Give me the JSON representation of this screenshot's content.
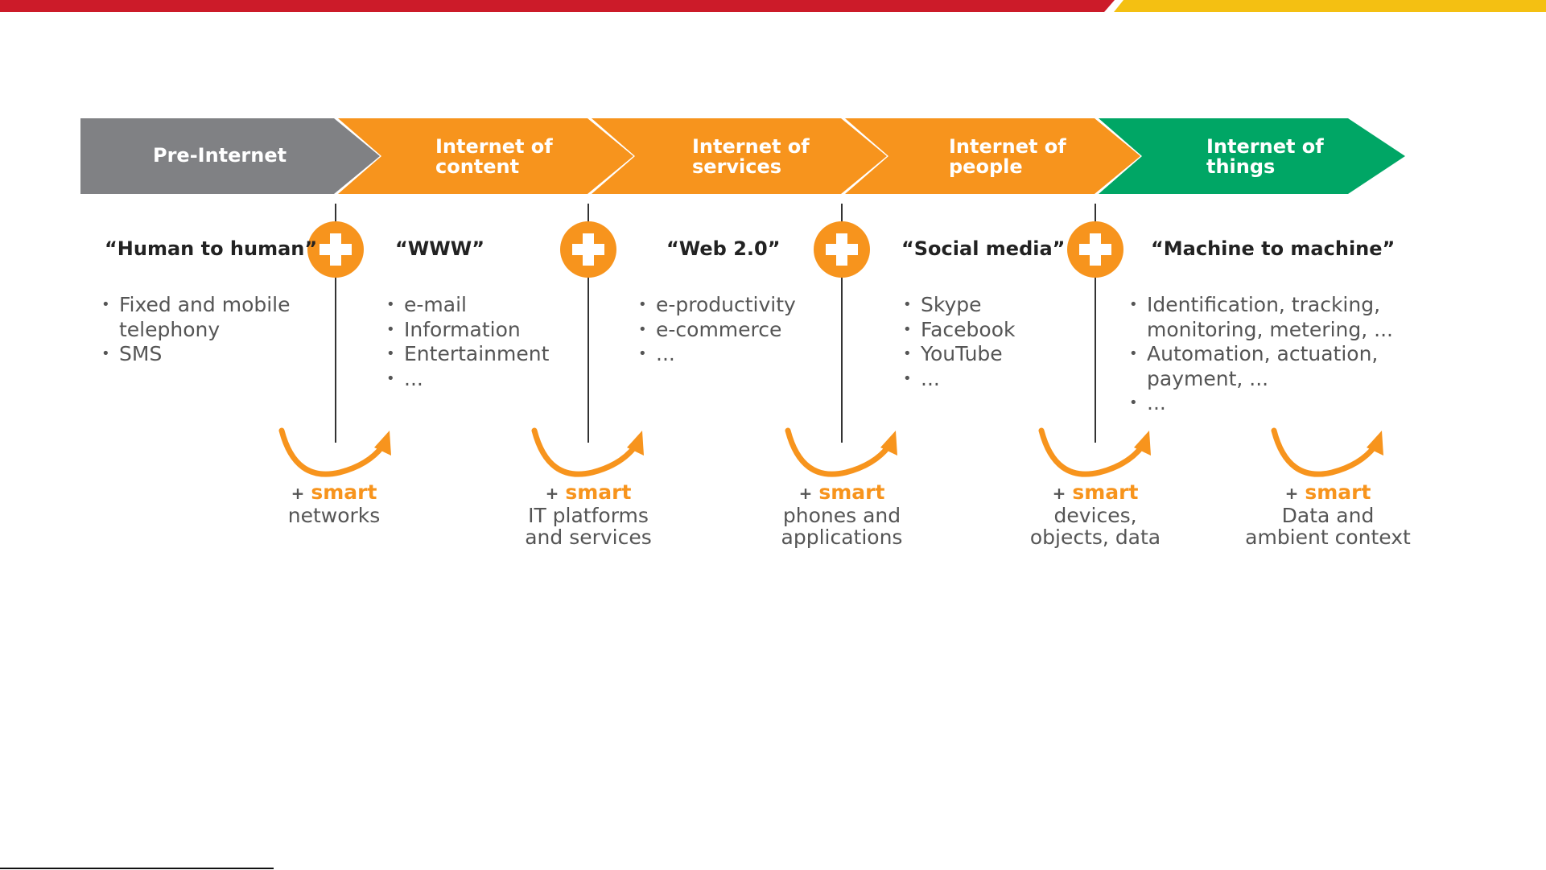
{
  "colors": {
    "red_bar": "#cc1b29",
    "yellow_bar": "#f4c012",
    "gray": "#808184",
    "orange": "#f7941d",
    "green": "#00a665"
  },
  "phases": [
    {
      "label_lines": [
        "Pre-Internet"
      ]
    },
    {
      "label_lines": [
        "Internet of",
        "content"
      ]
    },
    {
      "label_lines": [
        "Internet of",
        "services"
      ]
    },
    {
      "label_lines": [
        "Internet of",
        "people"
      ]
    },
    {
      "label_lines": [
        "Internet of",
        "things"
      ]
    }
  ],
  "columns": [
    {
      "heading": "“Human to human”",
      "bullets": [
        "Fixed and mobile",
        "telephony",
        "SMS"
      ]
    },
    {
      "heading": "“WWW”",
      "bullets": [
        "e-mail",
        "Information",
        "Entertainment",
        "..."
      ]
    },
    {
      "heading": "“Web 2.0”",
      "bullets": [
        "e-productivity",
        "e-commerce",
        "..."
      ]
    },
    {
      "heading": "“Social media”",
      "bullets": [
        "Skype",
        "Facebook",
        "YouTube",
        "..."
      ]
    },
    {
      "heading": "“Machine to machine”",
      "bullets": [
        "Identification, tracking,",
        "monitoring, metering, ...",
        "Automation, actuation,",
        "payment, ...",
        "..."
      ]
    }
  ],
  "smart_prefix": "+",
  "smart_word": "smart",
  "smart": [
    {
      "lines": [
        "networks"
      ]
    },
    {
      "lines": [
        "IT platforms",
        "and services"
      ]
    },
    {
      "lines": [
        "phones and",
        "applications"
      ]
    },
    {
      "lines": [
        "devices,",
        "objects, data"
      ]
    },
    {
      "lines": [
        "Data and",
        "ambient context"
      ]
    }
  ]
}
